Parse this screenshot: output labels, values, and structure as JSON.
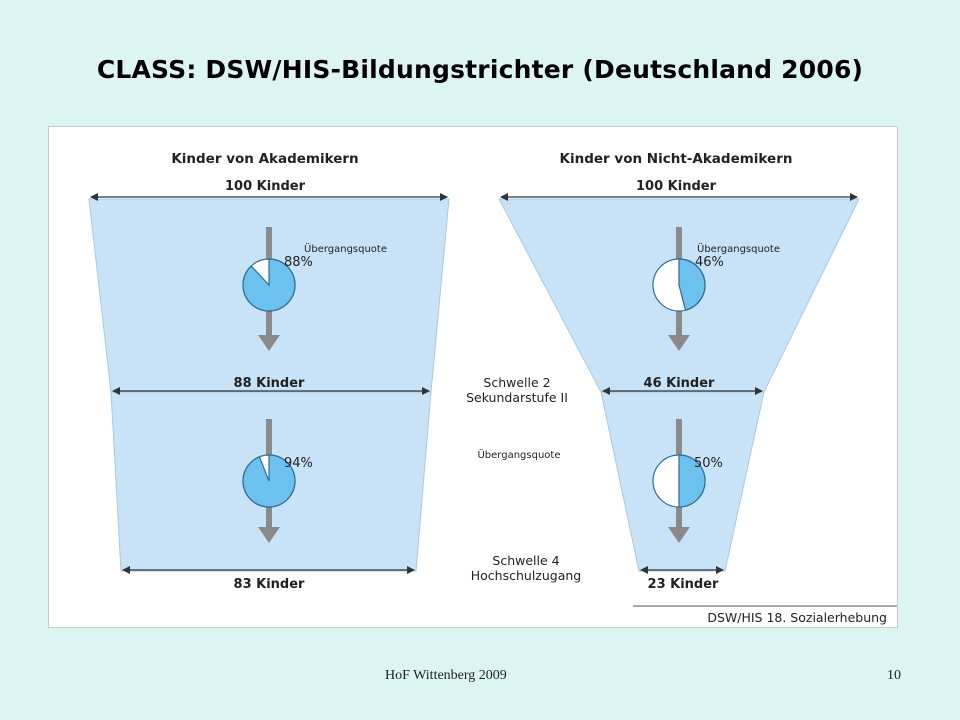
{
  "slide": {
    "title": "CLASS: DSW/HIS-Bildungstrichter (Deutschland 2006)",
    "footer_left": "HoF Wittenberg 2009",
    "page_number": "10"
  },
  "diagram": {
    "left": {
      "header": "Kinder von Akademikern",
      "top_count": "100 Kinder",
      "mid_count": "88 Kinder",
      "bottom_count": "83 Kinder",
      "rate_label": "Übergangsquote",
      "rate1_text": "88%",
      "rate2_text": "94%",
      "rate1": 0.88,
      "rate2": 0.94
    },
    "right": {
      "header": "Kinder von Nicht-Akademikern",
      "top_count": "100 Kinder",
      "mid_count": "46 Kinder",
      "bottom_count": "23 Kinder",
      "rate_label": "Übergangsquote",
      "rate1_text": "46%",
      "rate2_text": "50%",
      "rate1": 0.46,
      "rate2": 0.5
    },
    "middle": {
      "threshold2_line1": "Schwelle 2",
      "threshold2_line2": "Sekundarstufe II",
      "rate_label": "Übergangsquote",
      "threshold4_line1": "Schwelle 4",
      "threshold4_line2": "Hochschulzugang"
    },
    "source": "DSW/HIS 18. Sozialerhebung",
    "colors": {
      "funnel_fill": "#c8e3f7",
      "pie_fill": "#6cc1ee",
      "pie_stroke": "#2f6c95",
      "arrow": "#8a8a8a",
      "line": "#333333"
    }
  }
}
